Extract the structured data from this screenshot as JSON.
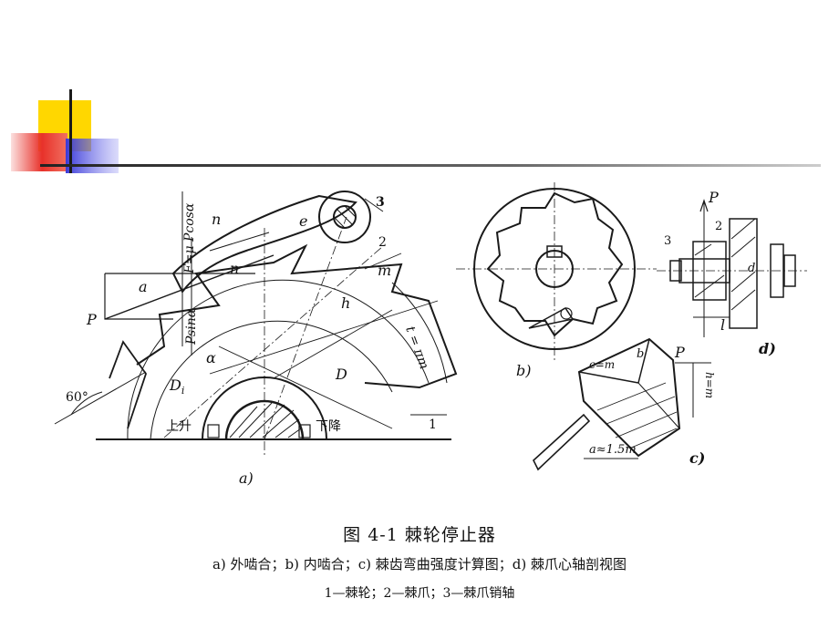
{
  "slide": {
    "accent_colors": {
      "yellow": "#FFD700",
      "red": "#E8312A",
      "blue": "#3A3AD8",
      "rule": "#1a1a1a"
    }
  },
  "figure": {
    "panel_a": {
      "label": "a)",
      "P": "P",
      "alpha": "a",
      "alpha2": "α",
      "friction": "F=μ Pcosα",
      "psin": "Psinα",
      "n1": "n",
      "n2": "n",
      "e": "e",
      "m": "m",
      "h": "h",
      "t": "t = πm",
      "D": "D",
      "Di": "D",
      "Di_sub": "i",
      "angle": "60°",
      "up": "上升",
      "down": "下降",
      "num1": "1",
      "num2": "2",
      "num3": "3"
    },
    "panel_b": {
      "label": "b)"
    },
    "panel_c": {
      "label": "c)",
      "P": "P",
      "b": "b",
      "c": "c=m",
      "h": "h=m",
      "a": "a≈1.5m"
    },
    "panel_d": {
      "label": "d)",
      "P": "P",
      "num3": "3",
      "num2": "2",
      "l": "l",
      "d": "d"
    }
  },
  "caption": {
    "title": "图 4-1  棘轮停止器",
    "subtitle": "a) 外啮合；b) 内啮合；c) 棘齿弯曲强度计算图；d) 棘爪心轴剖视图",
    "legend": "1—棘轮；2—棘爪；3—棘爪销轴"
  }
}
